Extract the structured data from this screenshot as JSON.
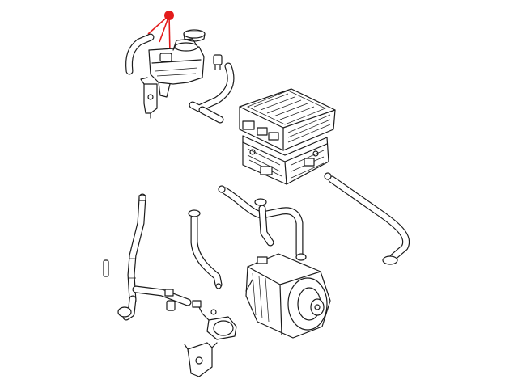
{
  "diagram": {
    "type": "exploded-parts-view",
    "background": "#ffffff",
    "line_color": "#1b1b1b",
    "callout": {
      "color": "#e31b1b",
      "marker": "red-dot",
      "leader_count": 3,
      "target": "coolant-reservoir"
    },
    "parts": [
      "coolant-reservoir",
      "reservoir-cap",
      "reservoir-bracket",
      "reservoir-hose",
      "power-electronics-upper-module",
      "power-electronics-lower-module",
      "right-coolant-hose",
      "center-coolant-hose",
      "small-center-hose",
      "left-vertical-pipe",
      "lower-coolant-hose",
      "electric-coolant-pump",
      "pump-bracket",
      "drive-motor",
      "clip",
      "connector"
    ]
  }
}
